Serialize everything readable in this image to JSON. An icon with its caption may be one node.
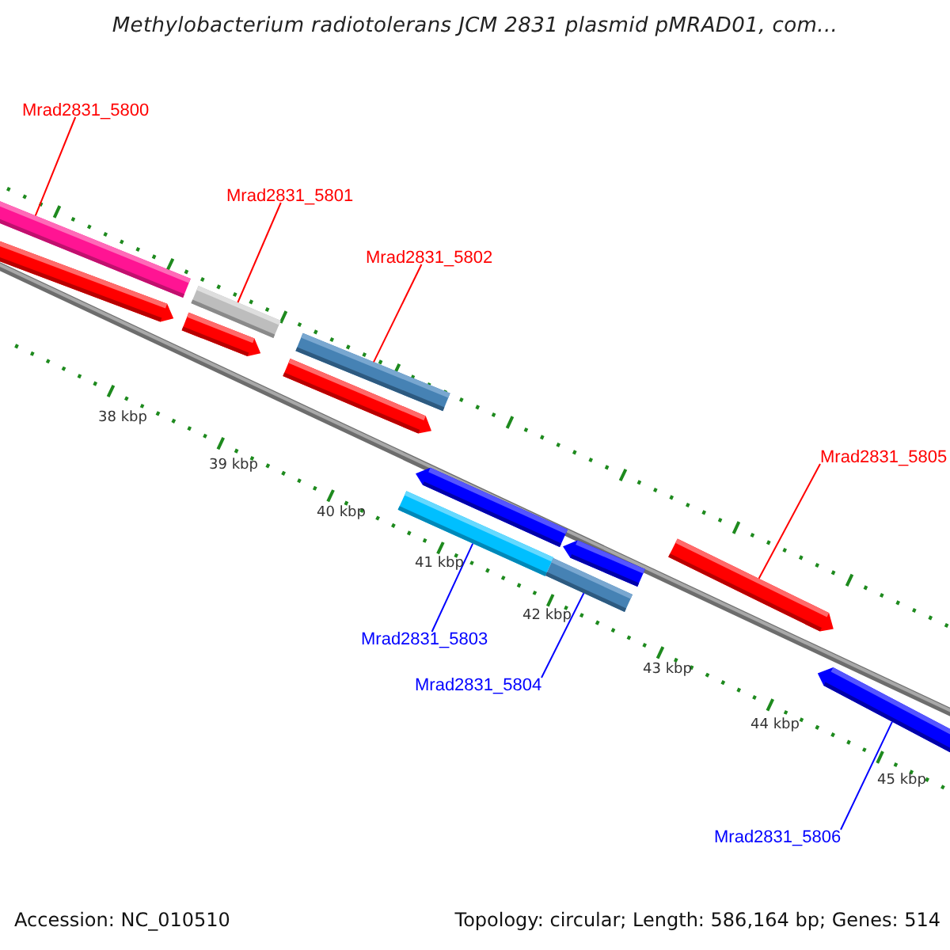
{
  "diagram": {
    "title": "Methylobacterium radiotolerans JCM 2831 plasmid pMRAD01, com...",
    "nodes": [
      {
        "text": [
          "Mrad2831_5800"
        ]
      },
      {
        "text": [
          "Mrad2831_5801"
        ]
      },
      {
        "text": [
          "Mrad2831_5802"
        ]
      },
      {
        "text": [
          "Mrad2831_5803"
        ]
      },
      {
        "text": [
          "Mrad2831_5804"
        ]
      },
      {
        "text": [
          "Mrad2831_5805"
        ]
      },
      {
        "text": [
          "Mrad2831_5806"
        ]
      },
      {
        "text": [],
        "shape": "bar"
      },
      {
        "text": [],
        "shape": "bar"
      },
      {
        "text": [],
        "shape": "bar"
      },
      {
        "text": [],
        "shape": "bar"
      },
      {
        "text": [],
        "shape": "bar"
      },
      {
        "text": [],
        "shape": "bar"
      },
      {
        "text": [],
        "shape": "bar"
      },
      {
        "text": [],
        "shape": "bar"
      },
      {
        "text": [],
        "shape": "bar"
      },
      {
        "text": [],
        "shape": "bar"
      },
      {
        "text": [],
        "shape": "bar"
      },
      {
        "text": [],
        "shape": "bar"
      }
    ],
    "edges": [
      {
        "from": 0,
        "to": 7,
        "arrow": "none"
      },
      {
        "from": 1,
        "to": 10,
        "arrow": "none"
      },
      {
        "from": 2,
        "to": 12,
        "arrow": "none"
      },
      {
        "from": 3,
        "to": 13,
        "arrow": "none",
        "color": "#0000ff"
      },
      {
        "from": 4,
        "to": 15,
        "arrow": "none",
        "color": "#0000ff"
      },
      {
        "from": 5,
        "to": 17,
        "arrow": "none"
      },
      {
        "from": 6,
        "to": 18,
        "arrow": "none",
        "color": "#0000ff"
      }
    ],
    "labels": [
      "38 kbp",
      "39 kbp",
      "40 kbp",
      "41 kbp",
      "42 kbp",
      "43 kbp",
      "44 kbp",
      "45 kbp",
      "Accession: NC_010510",
      "Topology: circular; Length: 586,164 bp; Genes: 514"
    ]
  }
}
